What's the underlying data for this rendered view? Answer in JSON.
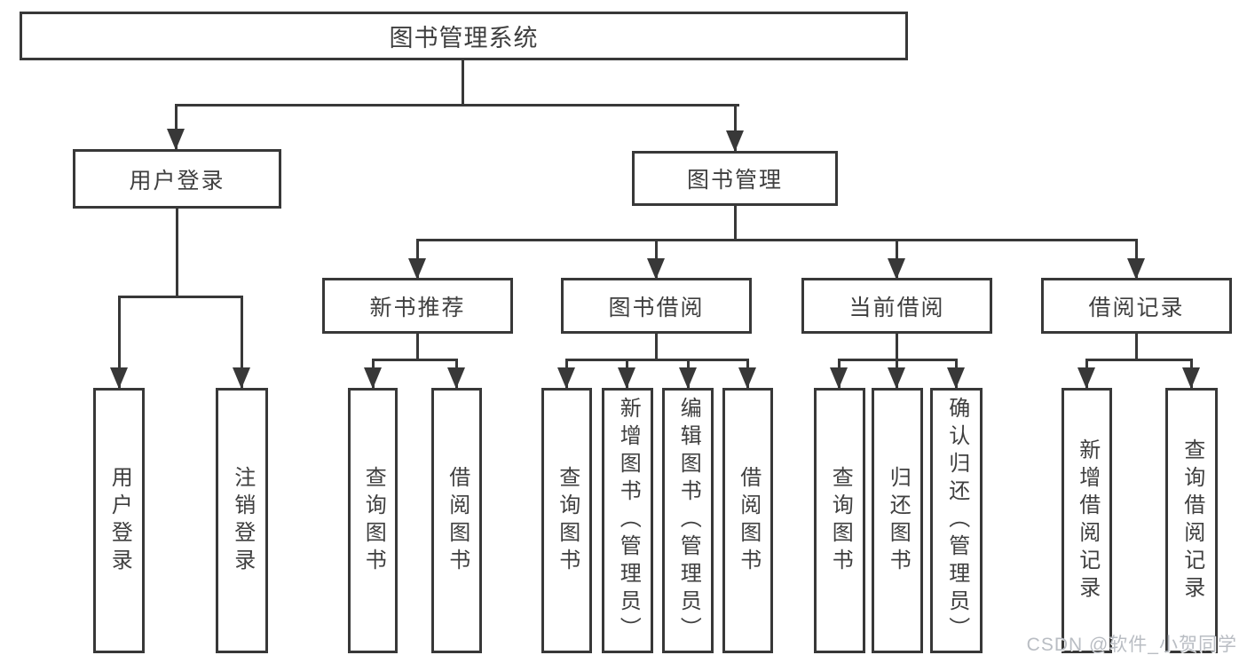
{
  "page": {
    "watermark": "CSDN @软件_小贺同学"
  },
  "colors": {
    "background": "#ffffff",
    "line": "#383838",
    "text": "#3f3f3f",
    "box_fill": "#ffffff",
    "watermark": "#b9bdc3"
  },
  "tree": {
    "root": {
      "label": "图书管理系统"
    },
    "children": [
      {
        "label": "用户登录",
        "children": [
          {
            "label": "用户登录"
          },
          {
            "label": "注销登录"
          }
        ]
      },
      {
        "label": "图书管理",
        "children": [
          {
            "label": "新书推荐",
            "children": [
              {
                "label": "查询图书"
              },
              {
                "label": "借阅图书"
              }
            ]
          },
          {
            "label": "图书借阅",
            "children": [
              {
                "label": "查询图书"
              },
              {
                "label": "新增图书（管理员）"
              },
              {
                "label": "编辑图书（管理员）"
              },
              {
                "label": "借阅图书"
              }
            ]
          },
          {
            "label": "当前借阅",
            "children": [
              {
                "label": "查询图书"
              },
              {
                "label": "归还图书"
              },
              {
                "label": "确认归还（管理员）"
              }
            ]
          },
          {
            "label": "借阅记录",
            "children": [
              {
                "label": "新增借阅记录"
              },
              {
                "label": "查询借阅记录"
              }
            ]
          }
        ]
      }
    ]
  }
}
